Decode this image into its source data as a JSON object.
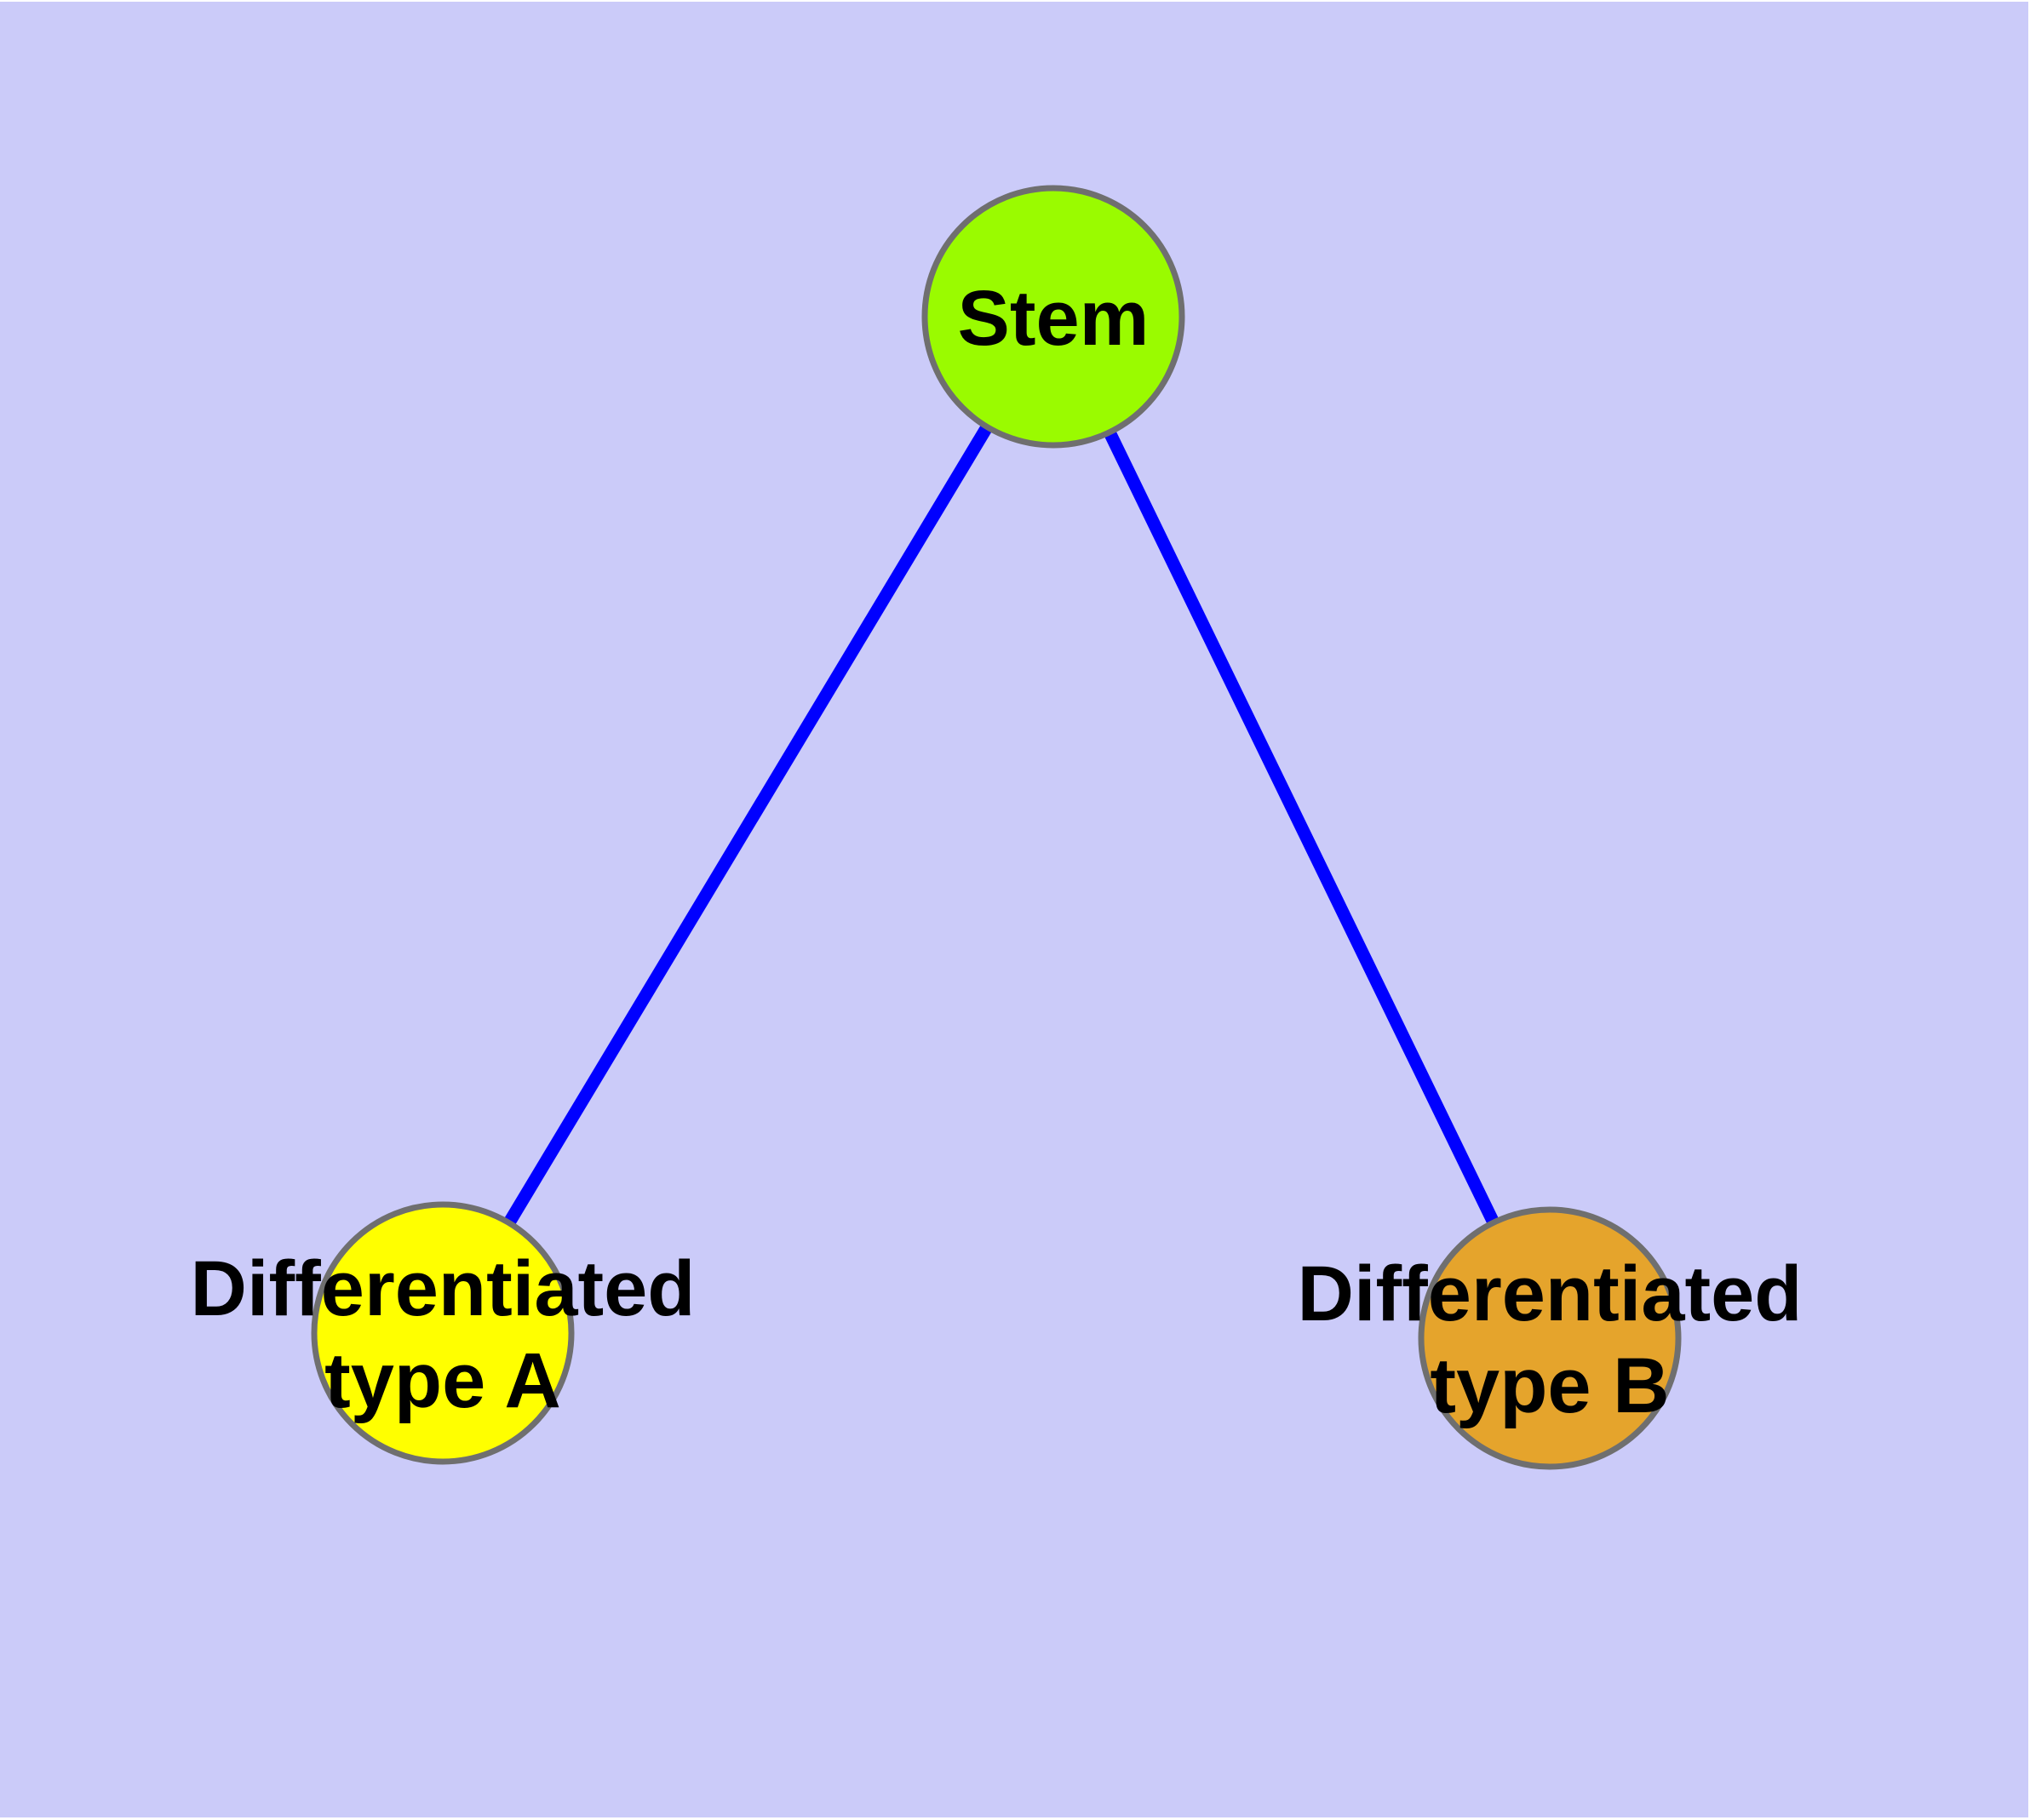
{
  "diagram": {
    "type": "undirected-graph",
    "frame_color": "#FFFFFF",
    "background_color": "#CBCBF9",
    "edge_color": "#0000FF",
    "node_border_color": "#6F6F6F",
    "label_color": "#000000",
    "nodes": [
      {
        "id": "stem",
        "label_lines": [
          "Stem"
        ],
        "fill": "#9AFB00"
      },
      {
        "id": "differentiated-type-a",
        "label_lines": [
          "Differentiated",
          "type A"
        ],
        "fill": "#FFFF00"
      },
      {
        "id": "differentiated-type-b",
        "label_lines": [
          "Differentiated",
          "type B"
        ],
        "fill": "#E5A42C"
      }
    ],
    "edges": [
      {
        "from": "Stem",
        "to": "Differentiated type A"
      },
      {
        "from": "Stem",
        "to": "Differentiated type B"
      }
    ]
  }
}
